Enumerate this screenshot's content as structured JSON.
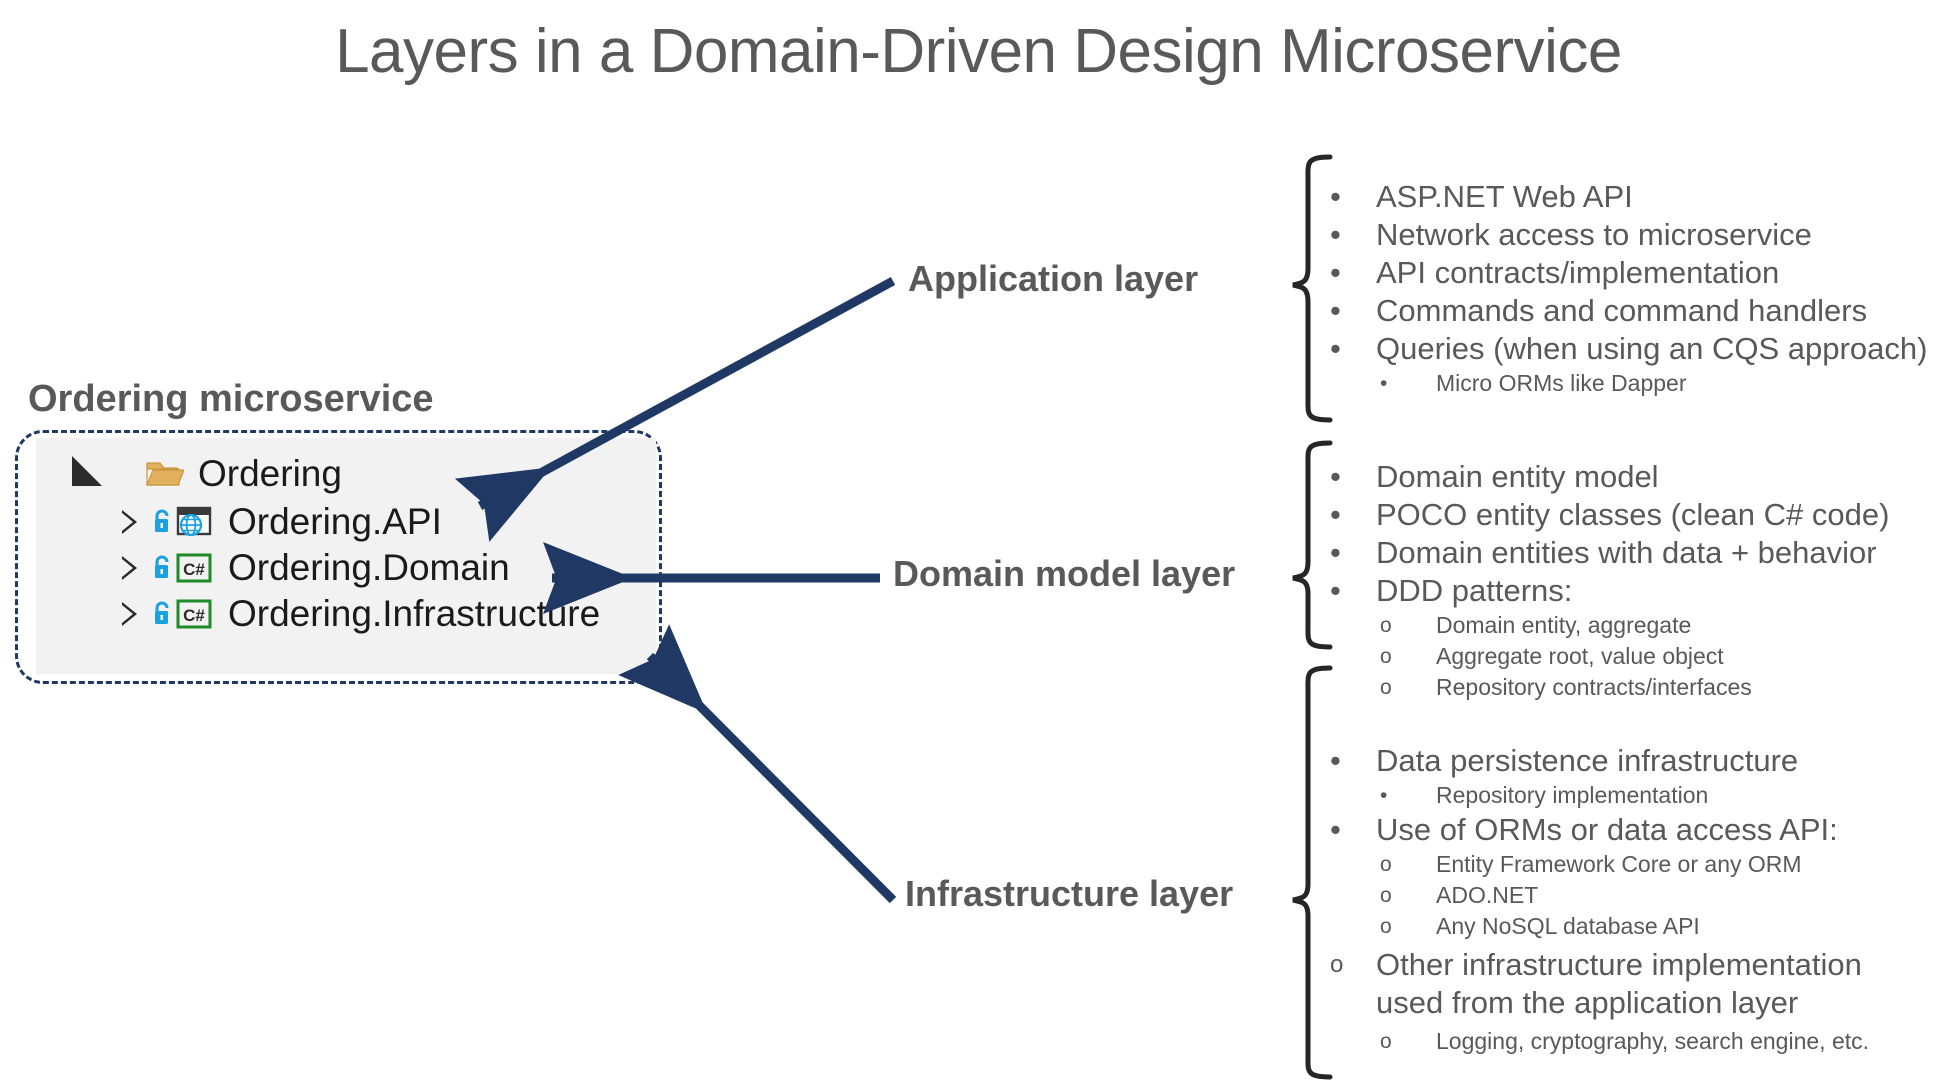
{
  "title": "Layers in a Domain-Driven Design Microservice",
  "colors": {
    "title_text": "#595959",
    "body_text": "#595959",
    "arrow_navy": "#1F3864",
    "dashed_border": "#1F3864",
    "panel_background": "#F2F2F2",
    "folder_gold": "#E3B060",
    "csharp_green": "#1E8A28",
    "lock_blue": "#1BA1E2",
    "brace_black": "#262626"
  },
  "microservice": {
    "heading": "Ordering microservice",
    "tree": [
      {
        "label": "Ordering",
        "expander": "triangle-expanded",
        "icon": "folder-open-icon",
        "level": 0
      },
      {
        "label": "Ordering.API",
        "expander": "triangle-collapsed",
        "icon": "web-api-project-icon",
        "lock": "lock-icon",
        "level": 1
      },
      {
        "label": "Ordering.Domain",
        "expander": "triangle-collapsed",
        "icon": "csharp-project-icon",
        "lock": "lock-icon",
        "level": 1
      },
      {
        "label": "Ordering.Infrastructure",
        "expander": "triangle-collapsed",
        "icon": "csharp-project-icon",
        "lock": "lock-icon",
        "level": 1
      }
    ]
  },
  "layers": [
    {
      "label": "Application layer",
      "arrow": "arrow-to-ordering-api",
      "bullets": [
        {
          "level": 1,
          "marker": "•",
          "text": "ASP.NET Web API"
        },
        {
          "level": 1,
          "marker": "•",
          "text": "Network access to microservice"
        },
        {
          "level": 1,
          "marker": "•",
          "text": "API contracts/implementation"
        },
        {
          "level": 1,
          "marker": "•",
          "text": "Commands and command handlers"
        },
        {
          "level": 1,
          "marker": "•",
          "text": "Queries (when using an CQS approach)"
        },
        {
          "level": 2,
          "marker": "•",
          "text": "Micro ORMs like Dapper"
        }
      ]
    },
    {
      "label": "Domain model layer",
      "arrow": "arrow-to-ordering-domain",
      "bullets": [
        {
          "level": 1,
          "marker": "•",
          "text": "Domain entity model"
        },
        {
          "level": 1,
          "marker": "•",
          "text": "POCO entity classes (clean C# code)"
        },
        {
          "level": 1,
          "marker": "•",
          "text": "Domain entities with data + behavior"
        },
        {
          "level": 1,
          "marker": "•",
          "text": "DDD patterns:"
        },
        {
          "level": 2,
          "marker": "o",
          "text": "Domain entity, aggregate"
        },
        {
          "level": 2,
          "marker": "o",
          "text": "Aggregate root, value object"
        },
        {
          "level": 2,
          "marker": "o",
          "text": "Repository contracts/interfaces"
        }
      ]
    },
    {
      "label": "Infrastructure layer",
      "arrow": "arrow-to-ordering-infrastructure",
      "bullets": [
        {
          "level": 1,
          "marker": "•",
          "text": "Data persistence infrastructure"
        },
        {
          "level": 2,
          "marker": "•",
          "text": "Repository implementation"
        },
        {
          "level": 1,
          "marker": "•",
          "text": "Use of ORMs or data access API:"
        },
        {
          "level": 2,
          "marker": "o",
          "text": "Entity Framework Core or any ORM"
        },
        {
          "level": 2,
          "marker": "o",
          "text": "ADO.NET"
        },
        {
          "level": 2,
          "marker": "o",
          "text": "Any NoSQL database API"
        },
        {
          "level": 1,
          "marker": "o",
          "text": "Other infrastructure implementation used from the application layer"
        },
        {
          "level": 2,
          "marker": "o",
          "text": "Logging, cryptography, search engine, etc."
        }
      ]
    }
  ]
}
